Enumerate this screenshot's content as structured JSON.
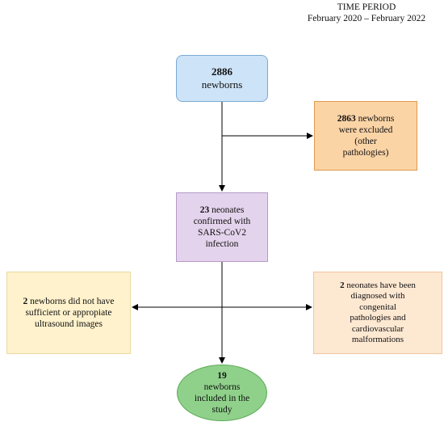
{
  "header": {
    "line1": "TIME PERIOD",
    "line2": "February 2020 – February 2022"
  },
  "nodes": {
    "start": {
      "count": "2886",
      "text": "newborns"
    },
    "excluded": {
      "count": "2863",
      "text_a": "newborns",
      "text_b": "were excluded",
      "text_c": "(other",
      "text_d": "pathologies)"
    },
    "confirmed": {
      "count": "23",
      "text_a": "neonates",
      "text_b": "confirmed with",
      "text_c": "SARS-CoV2",
      "text_d": "infection"
    },
    "no_images": {
      "count": "2",
      "text_a": "newborns did not have",
      "text_b": "sufficient or appropiate",
      "text_c": "ultrasound images"
    },
    "congenital": {
      "count": "2",
      "text_a": "neonates have been",
      "text_b": "diagnosed with",
      "text_c": "congenital",
      "text_d": "pathologies and",
      "text_e": "cardiovascular",
      "text_f": "malformations"
    },
    "included": {
      "count": "19",
      "text_a": "newborns",
      "text_b": "included in the",
      "text_c": "study"
    }
  },
  "colors": {
    "start": "#cde3f7",
    "excluded": "#fbd4a6",
    "confirmed": "#e4d3ec",
    "no_images": "#fff2cc",
    "congenital": "#fde8d2",
    "included": "#8fd18a"
  }
}
